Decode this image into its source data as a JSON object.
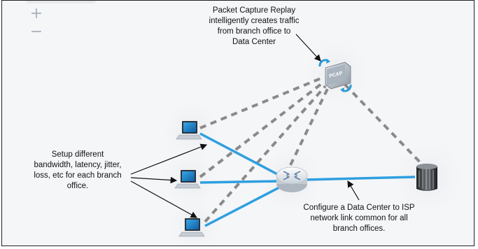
{
  "zoom": {
    "in_label": "+",
    "out_label": "−"
  },
  "annotations": {
    "pcap_note": [
      "Packet Capture Replay",
      "intelligently creates traffic",
      "from branch office to",
      "Data Center"
    ],
    "branch_note": [
      "Setup different",
      "bandwidth, latency, jitter,",
      "loss, etc for each branch",
      "office."
    ],
    "dc_note": [
      "Configure a Data Center to ISP",
      "network link common for all",
      "branch offices."
    ]
  },
  "pcap_device": {
    "label": "PCAP"
  },
  "colors": {
    "link_blue": "#2f9fe0",
    "dashed_gray": "#8a8a8a",
    "canvas_bg": "#f5f6f8",
    "arrow": "#111111"
  },
  "icons": [
    "laptop-icon",
    "router-icon",
    "server-rack-icon",
    "pcap-appliance-icon",
    "sync-arrow-icon"
  ]
}
